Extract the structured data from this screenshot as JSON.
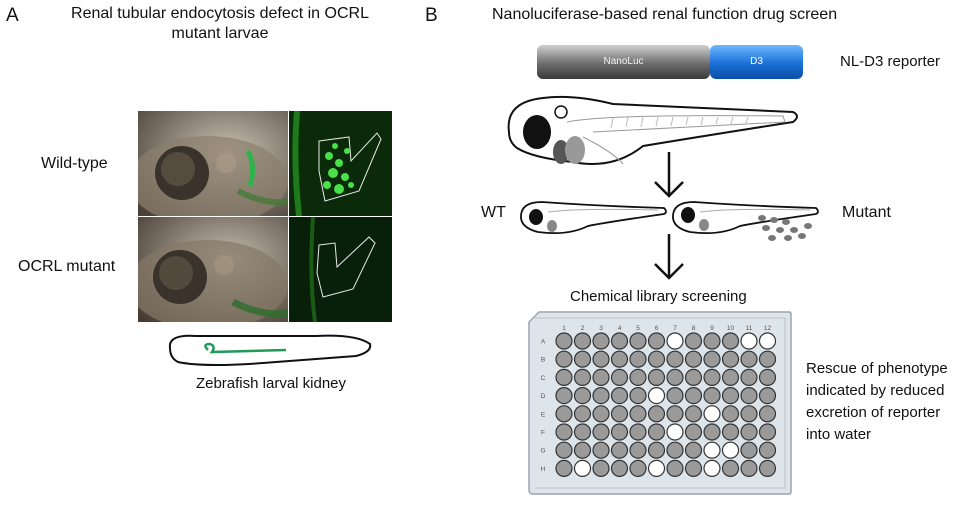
{
  "panelA": {
    "letter": "A",
    "title_line1": "Renal tubular endocytosis defect in OCRL",
    "title_line2": "mutant larvae",
    "wildtype_label": "Wild-type",
    "mutant_label": "OCRL mutant",
    "kidney_caption": "Zebrafish larval kidney"
  },
  "panelB": {
    "letter": "B",
    "title": "Nanoluciferase-based renal function drug screen",
    "nanoluc_label": "NanoLuc",
    "d3_label": "D3",
    "reporter_label": "NL-D3 reporter",
    "wt_label": "WT",
    "mutant_label": "Mutant",
    "screening_label": "Chemical library screening",
    "rescue_line1": "Rescue of phenotype",
    "rescue_line2": "indicated by reduced",
    "rescue_line3": "excretion of reporter",
    "rescue_line4": "into water",
    "plate_columns": [
      "1",
      "2",
      "3",
      "4",
      "5",
      "6",
      "7",
      "8",
      "9",
      "10",
      "11",
      "12"
    ],
    "plate_rows": [
      "A",
      "B",
      "C",
      "D",
      "E",
      "F",
      "G",
      "H"
    ],
    "white_wells": [
      "A7",
      "A11",
      "A12",
      "D6",
      "E9",
      "F7",
      "G9",
      "G10",
      "H2",
      "H6",
      "H9"
    ]
  },
  "colors": {
    "well_grey": "#9a9a9a",
    "well_white": "#ffffff",
    "plate_bg": "#dde4ea",
    "kidney_green": "#1e9a5a",
    "d3_blue": "#1a6fd6"
  }
}
